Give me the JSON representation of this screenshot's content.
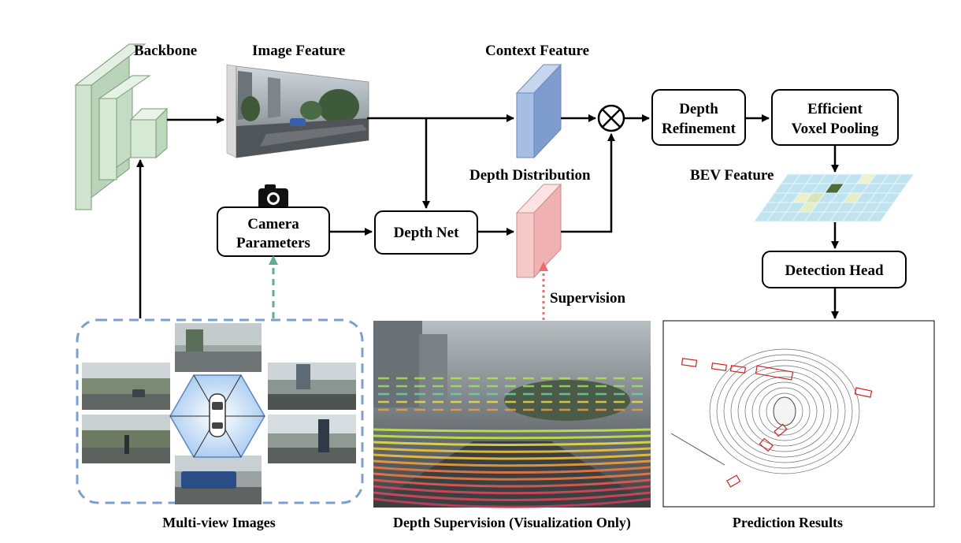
{
  "labels": {
    "backbone": "Backbone",
    "image_feature": "Image Feature",
    "context_feature": "Context Feature",
    "depth_distribution": "Depth Distribution",
    "bev_feature": "BEV Feature",
    "supervision": "Supervision",
    "multi_view_images": "Multi-view Images",
    "depth_supervision": "Depth Supervision (Visualization Only)",
    "prediction_results": "Prediction Results"
  },
  "boxes": {
    "camera_parameters": [
      "Camera",
      "Parameters"
    ],
    "depth_net": [
      "Depth Net"
    ],
    "depth_refinement": [
      "Depth",
      "Refinement"
    ],
    "efficient_voxel_pooling": [
      "Efficient",
      "Voxel Pooling"
    ],
    "detection_head": [
      "Detection Head"
    ]
  },
  "icons": {
    "camera": "camera-icon",
    "multiply": "multiply-operator-icon",
    "car": "ego-car-icon"
  },
  "colors": {
    "backbone_fill": "#d6ead6",
    "backbone_stroke": "#7a9a7a",
    "context_fill": "#9fb7e0",
    "depth_fill": "#f6c9c9",
    "bev_fill": "#bfe3ef",
    "dashed_blue": "#7c9fd1",
    "dashed_green": "#5fae8c",
    "dashed_red": "#f06a6a"
  }
}
